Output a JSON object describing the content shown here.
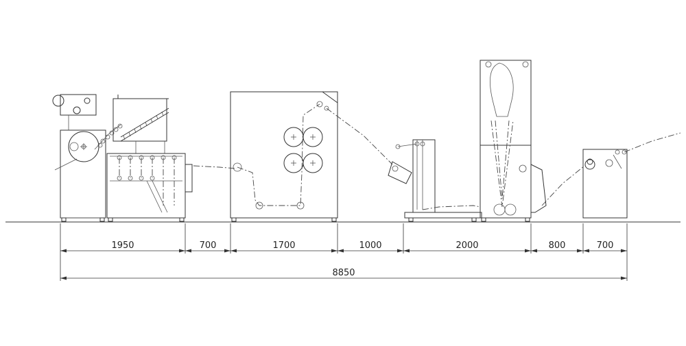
{
  "dimensions": {
    "segments": [
      "1950",
      "700",
      "1700",
      "1000",
      "2000",
      "800",
      "700"
    ],
    "total": "8850"
  },
  "colors": {
    "line": "#333333",
    "background": "#ffffff"
  }
}
